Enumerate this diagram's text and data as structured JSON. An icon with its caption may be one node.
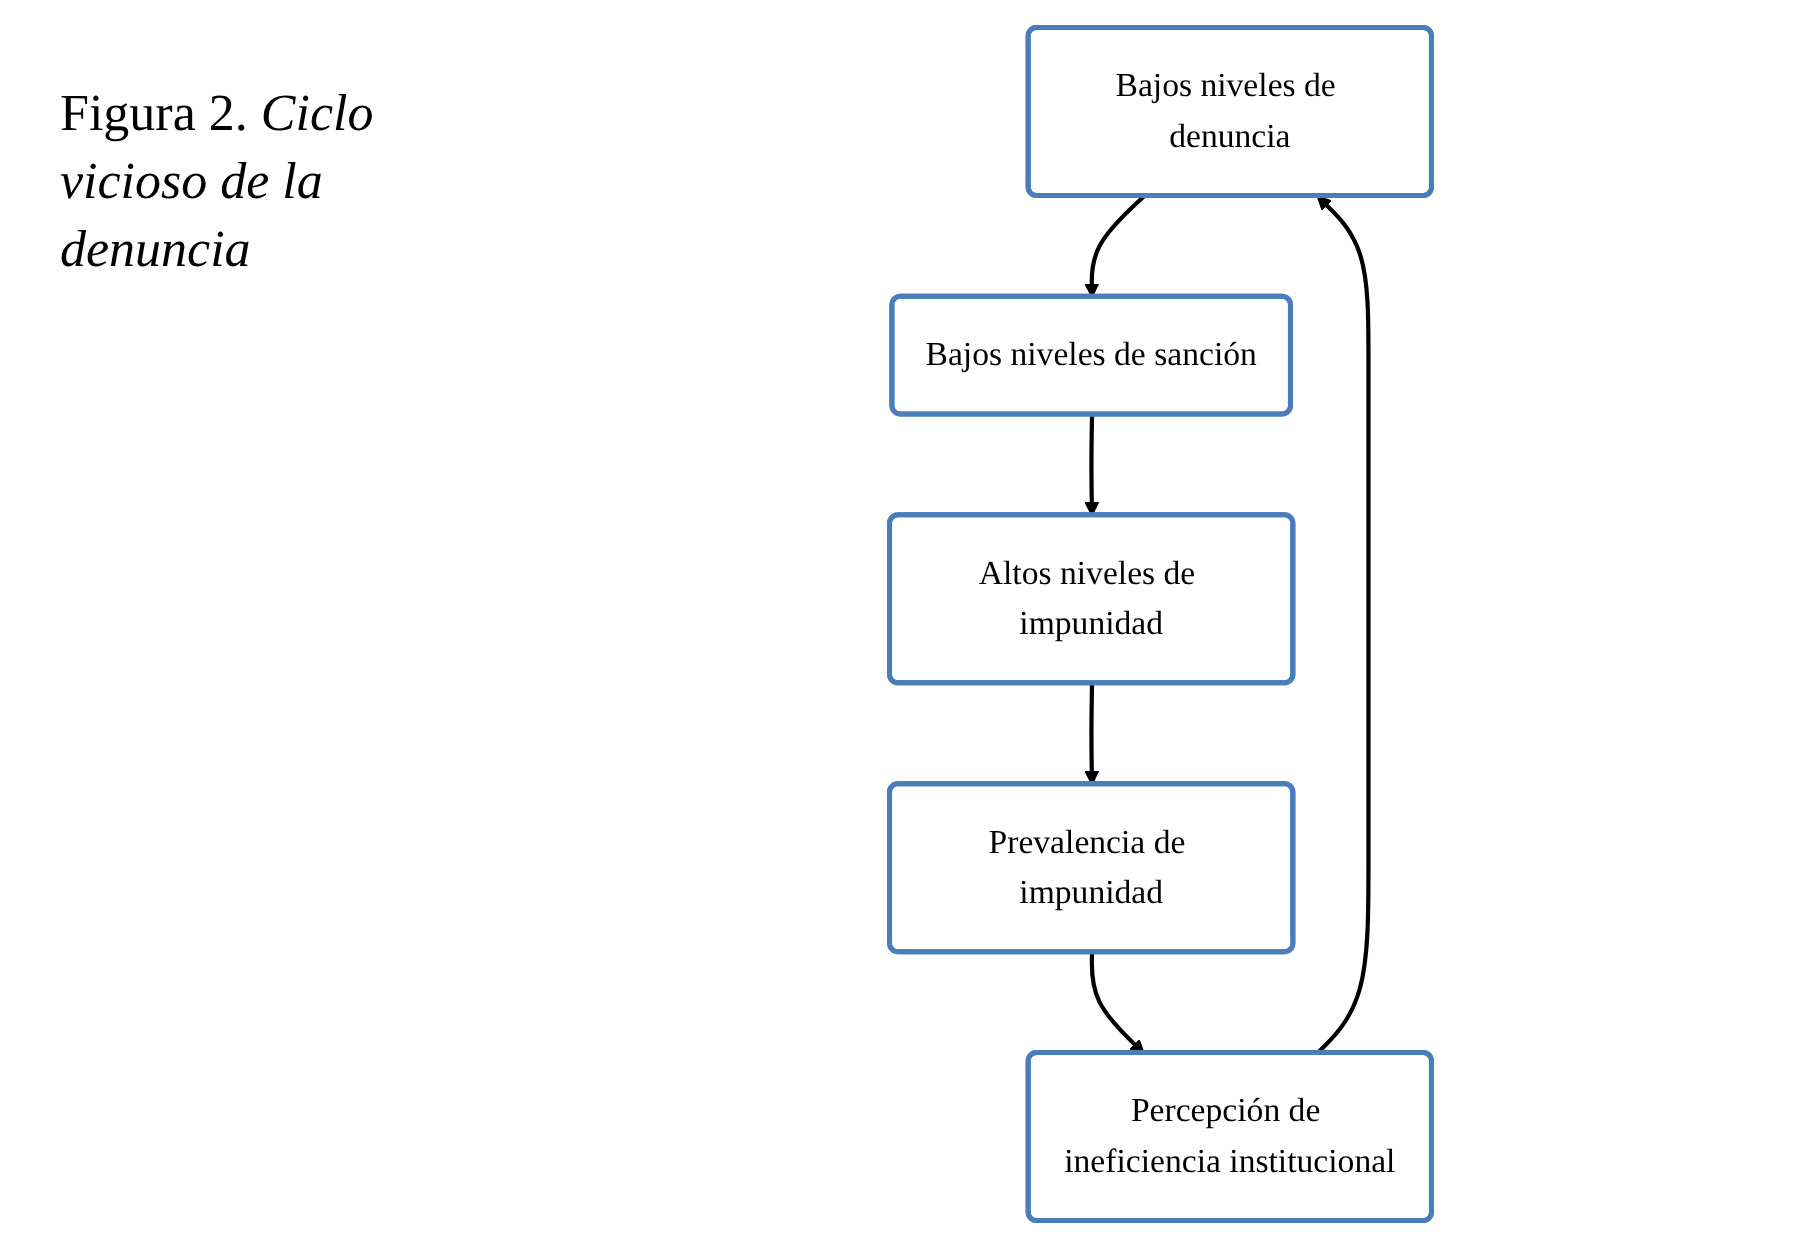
{
  "diagram": {
    "title": "Figura 2. *Ciclo vicioso de la denuncia*",
    "nodes": [
      {
        "text": [
          "Bajos niveles de denuncia"
        ]
      },
      {
        "text": [
          "Bajos niveles de sanción"
        ]
      },
      {
        "text": [
          "Altos niveles de impunidad"
        ]
      },
      {
        "text": [
          "Prevalencia de impunidad"
        ]
      },
      {
        "text": [
          "Percepción de ineficiencia institucional"
        ]
      }
    ],
    "edges": [
      {
        "from": 0,
        "to": 1,
        "arrow": "to"
      },
      {
        "from": 1,
        "to": 2,
        "arrow": "to"
      },
      {
        "from": 2,
        "to": 3,
        "arrow": "to"
      },
      {
        "from": 3,
        "to": 4,
        "arrow": "to"
      },
      {
        "from": 4,
        "to": 0,
        "arrow": "to"
      }
    ]
  }
}
